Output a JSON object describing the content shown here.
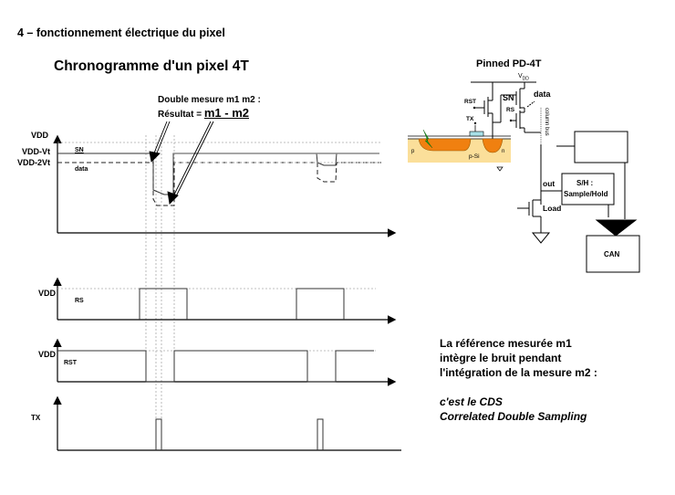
{
  "section_title": "4 – fonctionnement électrique du pixel",
  "chronogram": {
    "title": "Chronogramme d'un pixel 4T",
    "annotation_line1": "Double mesure m1 m2 :",
    "annotation_line2_prefix": "Résultat = ",
    "annotation_result": "m1 - m2",
    "top_plot": {
      "levels": [
        "VDD",
        "VDD-Vt",
        "VDD-2Vt"
      ],
      "trace_labels": [
        "SN",
        "data"
      ]
    },
    "rs_plot": {
      "level_label": "VDD",
      "signal_label": "RS"
    },
    "rst_plot": {
      "level_label": "VDD",
      "signal_label": "RST"
    },
    "tx_plot": {
      "signal_label": "TX"
    }
  },
  "circuit": {
    "title": "Pinned PD-4T",
    "supply": "V",
    "supply_sub": "DD",
    "labels": {
      "rst": "RST",
      "tx": "TX",
      "sn": "SN",
      "rs": "RS",
      "data": "data",
      "column_bus": "column bus",
      "p_plus": "p",
      "n_plus": "n",
      "substrate": "p-Si",
      "out": "out",
      "load": "Load"
    },
    "sample_hold_line1": "S/H :",
    "sample_hold_line2": "Sample/Hold",
    "can": "CAN"
  },
  "explanation": {
    "lines": [
      "La référence mesurée m1",
      "intègre le bruit pendant",
      "l'intégration de la mesure m2 :"
    ],
    "italic_lines": [
      "c'est le CDS",
      "Correlated Double Sampling"
    ]
  }
}
